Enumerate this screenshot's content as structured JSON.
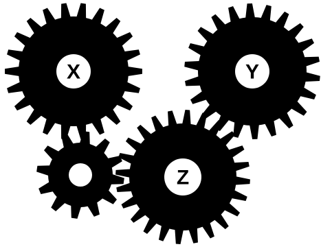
{
  "colors": {
    "gear": "#000000",
    "hub": "#ffffff",
    "label": "#000000",
    "background": "#ffffff"
  },
  "gears": [
    {
      "id": "x",
      "label": "X",
      "teeth": 22
    },
    {
      "id": "y",
      "label": "Y",
      "teeth": 22
    },
    {
      "id": "z",
      "label": "Z",
      "teeth": 24
    },
    {
      "id": "small",
      "label": "",
      "teeth": 12
    }
  ]
}
